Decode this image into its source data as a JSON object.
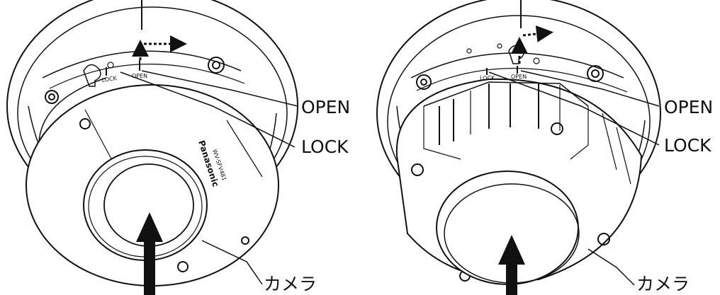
{
  "left_figure": {
    "callouts": {
      "open": "OPEN",
      "lock": "LOCK",
      "camera": "カメラ"
    },
    "ring_marks": {
      "open": "OPEN",
      "lock": "LOCK"
    },
    "brand": "Panasonic",
    "model": "WV-SFV481"
  },
  "right_figure": {
    "callouts": {
      "open": "OPEN",
      "lock": "LOCK",
      "camera": "カメラ"
    },
    "ring_marks": {
      "open": "OPEN",
      "lock": "LOCK"
    }
  },
  "colors": {
    "line": "#111111",
    "background": "#ffffff",
    "fill": "#ffffff"
  }
}
